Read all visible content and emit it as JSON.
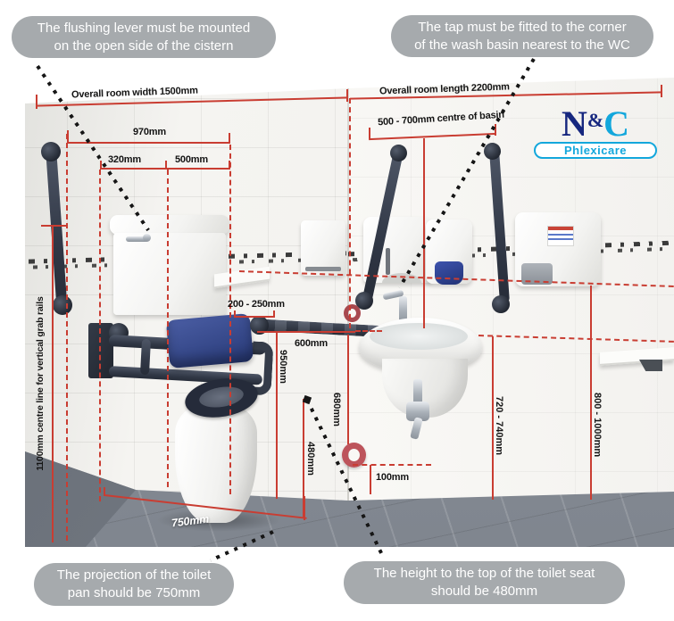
{
  "callouts": {
    "flushing": {
      "line1": "The flushing lever must be mounted",
      "line2": "on the open side of the cistern"
    },
    "tap": {
      "line1": "The tap must be fitted to the corner",
      "line2": "of the wash basin nearest to the WC"
    },
    "pan": {
      "line1": "The projection of the toilet",
      "line2": "pan should be 750mm"
    },
    "seat": {
      "line1": "The height to the top of the toilet seat",
      "line2": "should be 480mm"
    }
  },
  "logo": {
    "n": "N",
    "amp": "&",
    "c": "C",
    "name": "Phlexicare"
  },
  "dimensions": {
    "room_width": "Overall room width 1500mm",
    "room_length": "Overall room length 2200mm",
    "basin_centre": "500 - 700mm centre of basin",
    "w970": "970mm",
    "w320": "320mm",
    "w500": "500mm",
    "h200_250": "200 - 250mm",
    "w600": "600mm",
    "h950": "950mm",
    "h680": "680mm",
    "h480": "480mm",
    "h100": "100mm",
    "d750": "750mm",
    "h720_740": "720 - 740mm",
    "h800_1000": "800 - 1000mm",
    "rail_centre": "1100mm centre line for vertical grab rails"
  },
  "colors": {
    "dimension_red": "#c93d32",
    "callout_gray": "#a6aaad",
    "logo_navy": "#16277f",
    "logo_cyan": "#13a7dc",
    "rail_charcoal": "#3a4150",
    "backrest_blue": "#34488f",
    "soap_pump_blue": "#2b3f96",
    "seat_navy": "#252b3a",
    "floor_gray": "#868d96"
  }
}
